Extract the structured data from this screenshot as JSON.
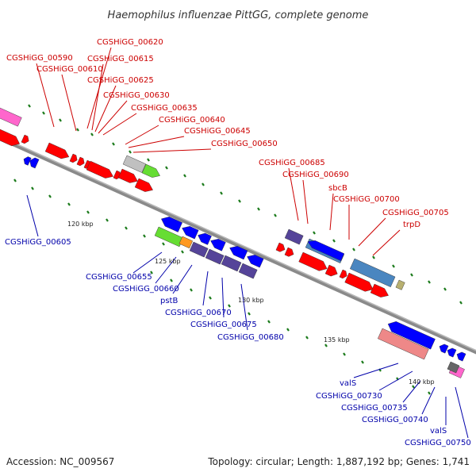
{
  "title": "Haemophilus influenzae PittGG, complete genome",
  "accession": "Accession: NC_009567",
  "summary": "Topology: circular; Length: 1,887,192 bp; Genes: 1,741",
  "colors": {
    "backbone": "#808080",
    "forward_label": "#cc0000",
    "reverse_label": "#0000aa",
    "tick": "#1a7a1a",
    "cds_forward": "#ff0000",
    "cds_reverse": "#0000ff",
    "rna": "#ff66cc",
    "pseudo": "#c0c0c0",
    "cog_green": "#66dd33",
    "cog_purple": "#554499",
    "cog_steelblue": "#4a86c0",
    "cog_salmon": "#ee8888",
    "cog_orange": "#ff9922"
  },
  "ticks": [
    {
      "label": "120 kbp"
    },
    {
      "label": "125 kbp"
    },
    {
      "label": "130 kbp"
    },
    {
      "label": "135 kbp"
    },
    {
      "label": "140 kbp"
    }
  ],
  "forward_labels": [
    "CGSHiGG_00590",
    "CGSHiGG_00610",
    "CGSHiGG_00620",
    "CGSHiGG_00615",
    "CGSHiGG_00625",
    "CGSHiGG_00630",
    "CGSHiGG_00635",
    "CGSHiGG_00640",
    "CGSHiGG_00645",
    "CGSHiGG_00650",
    "CGSHiGG_00685",
    "CGSHiGG_00690",
    "sbcB",
    "CGSHiGG_00700",
    "CGSHiGG_00705",
    "trpD"
  ],
  "reverse_labels": [
    "CGSHiGG_00605",
    "CGSHiGG_00655",
    "CGSHiGG_00660",
    "pstB",
    "CGSHiGG_00670",
    "CGSHiGG_00675",
    "CGSHiGG_00680",
    "valS",
    "CGSHiGG_00730",
    "CGSHiGG_00735",
    "CGSHiGG_00740",
    "valS",
    "CGSHiGG_00750"
  ]
}
